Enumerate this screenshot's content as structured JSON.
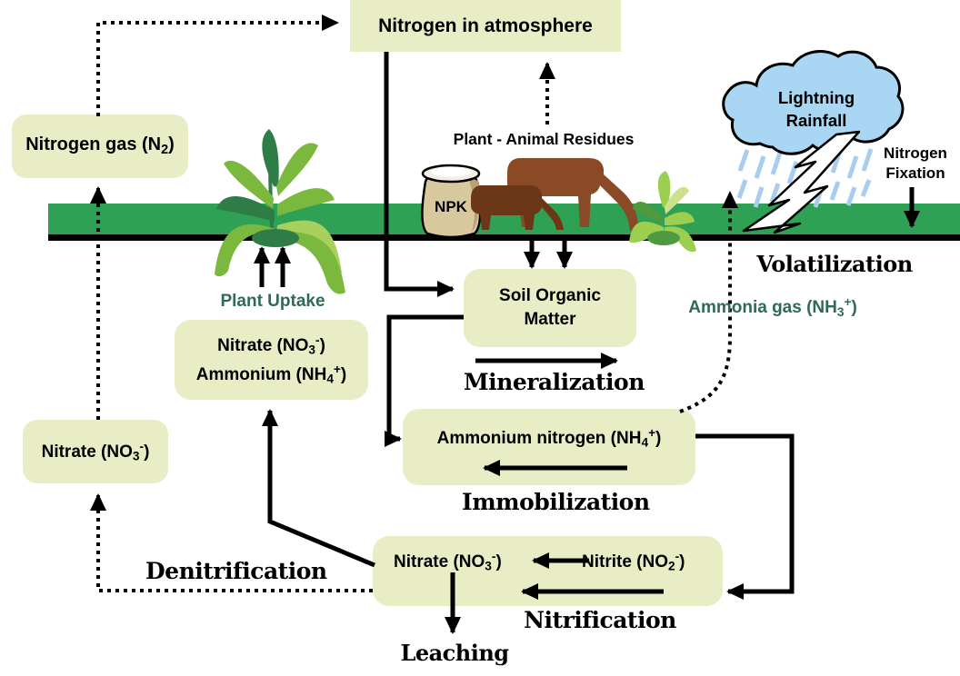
{
  "colors": {
    "box_fill": "#e9edc6",
    "soil_green": "#2ea155",
    "soil_line_black": "#000000",
    "cloud_blue": "#a9d6f2",
    "rain_blue": "#a9cdee",
    "accent_text_green": "#2e6b52",
    "cow_large_brown": "#8a4a26",
    "cow_small_brown": "#6b3717",
    "bag_tan": "#d8c89e"
  },
  "boxes": {
    "atmosphere": {
      "label": "Nitrogen in atmosphere"
    },
    "nitrogen_gas": {
      "pre": "Nitrogen gas (N",
      "sub": "2",
      "post": ")"
    },
    "soil_organic_matter": {
      "label": "Soil Organic Matter"
    },
    "ammonium_nitrogen": {
      "pre": "Ammonium nitrogen (NH",
      "sub": "4",
      "sup": "+",
      "post": ")"
    },
    "nitrate_ammonium": {
      "line1": {
        "pre": "Nitrate (NO",
        "sub": "3",
        "sup": "-",
        "post": ")"
      },
      "line2": {
        "pre": "Ammonium (NH",
        "sub": "4",
        "sup": "+",
        "post": ")"
      }
    },
    "nitrate_left": {
      "pre": "Nitrate (NO",
      "sub": "3",
      "sup": "-",
      "post": ")"
    },
    "nitrate_nitrite": {
      "nitrate": {
        "pre": "Nitrate (NO",
        "sub": "3",
        "sup": "-",
        "post": ")"
      },
      "nitrite": {
        "pre": "Nitrite (NO",
        "sub": "2",
        "sup": "-",
        "post": ")"
      }
    }
  },
  "labels": {
    "plant_animal_residues": "Plant - Animal Residues",
    "plant_uptake": "Plant Uptake",
    "npk_bag": "NPK",
    "cloud": {
      "line1": "Lightning",
      "line2": "Rainfall"
    },
    "nitrogen_fixation": {
      "line1": "Nitrogen",
      "line2": "Fixation"
    },
    "volatilization": "Volatilization",
    "ammonia_gas": {
      "pre": "Ammonia gas (NH",
      "sub": "3",
      "sup": "+",
      "post": ")"
    },
    "mineralization": "Mineralization",
    "immobilization": "Immobilization",
    "nitrification": "Nitrification",
    "denitrification": "Denitrification",
    "leaching": "Leaching"
  }
}
